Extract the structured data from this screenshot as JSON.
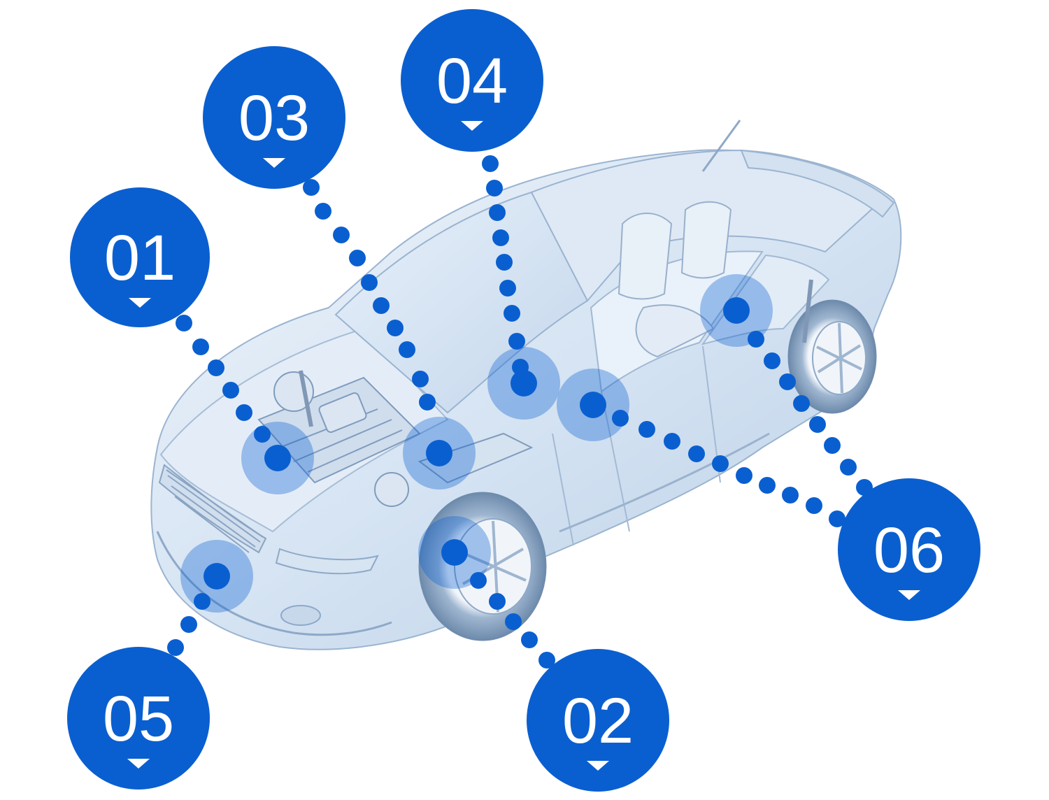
{
  "diagram": {
    "accent_color": "#0a5fd0",
    "callouts": [
      {
        "id": "01",
        "label": "01"
      },
      {
        "id": "02",
        "label": "02"
      },
      {
        "id": "03",
        "label": "03"
      },
      {
        "id": "04",
        "label": "04"
      },
      {
        "id": "05",
        "label": "05"
      },
      {
        "id": "06",
        "label": "06"
      }
    ]
  }
}
